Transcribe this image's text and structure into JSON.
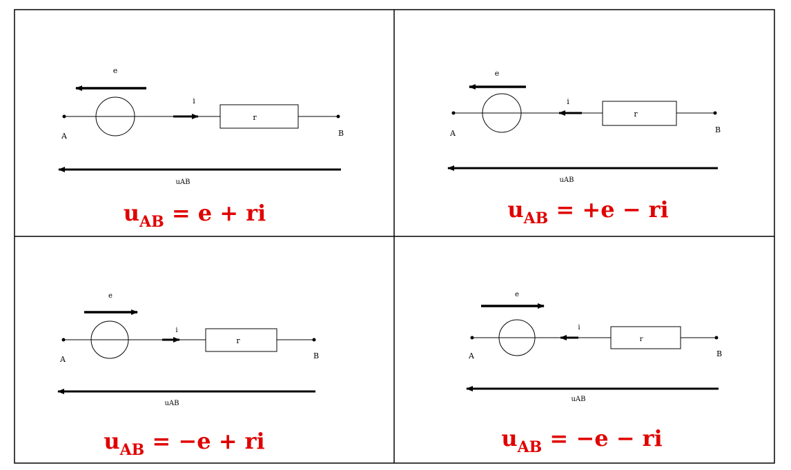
{
  "colors": {
    "formula": "#e00000",
    "lines": "#000000"
  },
  "cells": [
    {
      "id": "cell-1",
      "emf_label": "e",
      "emf_direction": "left",
      "current_label": "i",
      "current_direction": "right",
      "resistor_label": "r",
      "node_a": "A",
      "node_b": "B",
      "voltage_label": "uAB",
      "voltage_direction": "left",
      "formula": {
        "lhs": "u",
        "sub": "AB",
        "rhs": " = e + ri"
      }
    },
    {
      "id": "cell-2",
      "emf_label": "e",
      "emf_direction": "left",
      "current_label": "i",
      "current_direction": "left",
      "resistor_label": "r",
      "node_a": "A",
      "node_b": "B",
      "voltage_label": "uAB",
      "voltage_direction": "left",
      "formula": {
        "lhs": "u",
        "sub": "AB",
        "rhs": " = +e − ri"
      }
    },
    {
      "id": "cell-3",
      "emf_label": "e",
      "emf_direction": "right",
      "current_label": "i",
      "current_direction": "right",
      "resistor_label": "r",
      "node_a": "A",
      "node_b": "B",
      "voltage_label": "uAB",
      "voltage_direction": "left",
      "formula": {
        "lhs": "u",
        "sub": "AB",
        "rhs": " = −e + ri"
      }
    },
    {
      "id": "cell-4",
      "emf_label": "e",
      "emf_direction": "right",
      "current_label": "i",
      "current_direction": "left",
      "resistor_label": "r",
      "node_a": "A",
      "node_b": "B",
      "voltage_label": "uAB",
      "voltage_direction": "left",
      "formula": {
        "lhs": "u",
        "sub": "AB",
        "rhs": " = −e − ri"
      }
    }
  ]
}
